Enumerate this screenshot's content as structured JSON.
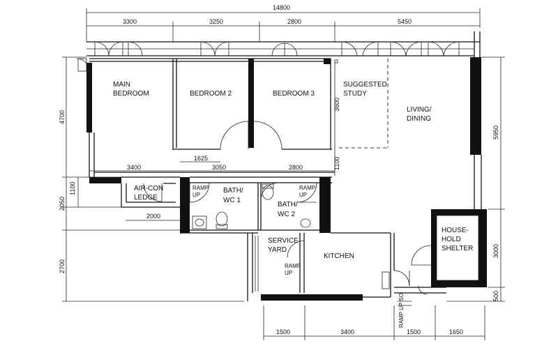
{
  "rooms": {
    "main_bedroom_1": "MAIN",
    "main_bedroom_2": "BEDROOM",
    "bedroom2": "BEDROOM  2",
    "bedroom3": "BEDROOM  3",
    "study_1": "SUGGESTED",
    "study_2": "STUDY",
    "living_1": "LIVING/",
    "living_2": "DINING",
    "aircon_1": "AIR-CON",
    "aircon_2": "LEDGE",
    "bath1_1": "BATH/",
    "bath1_2": "WC  1",
    "bath2_1": "BATH/",
    "bath2_2": "WC  2",
    "service_1": "SERVICE",
    "service_2": "YARD",
    "kitchen": "KITCHEN",
    "shelter_1": "HOUSE-",
    "shelter_2": "HOLD",
    "shelter_3": "SHELTER",
    "ramp_1": "RAMP",
    "ramp_2": "UP",
    "ramp_up_so": "RAMP UP SO"
  },
  "dimensions": {
    "overall_top": "14800",
    "top": [
      "3300",
      "3250",
      "2800",
      "5450"
    ],
    "mid_row": [
      "3400",
      "3050",
      "2800"
    ],
    "mid_1625": "1625",
    "mid_2000": "2000",
    "bottom": [
      "1500",
      "3400",
      "1500",
      "1650"
    ],
    "left": [
      "4700",
      "1100",
      "2050",
      "2700"
    ],
    "right": [
      "5950",
      "3000",
      "500"
    ],
    "study_3600": "3600",
    "study_1100": "1100"
  }
}
